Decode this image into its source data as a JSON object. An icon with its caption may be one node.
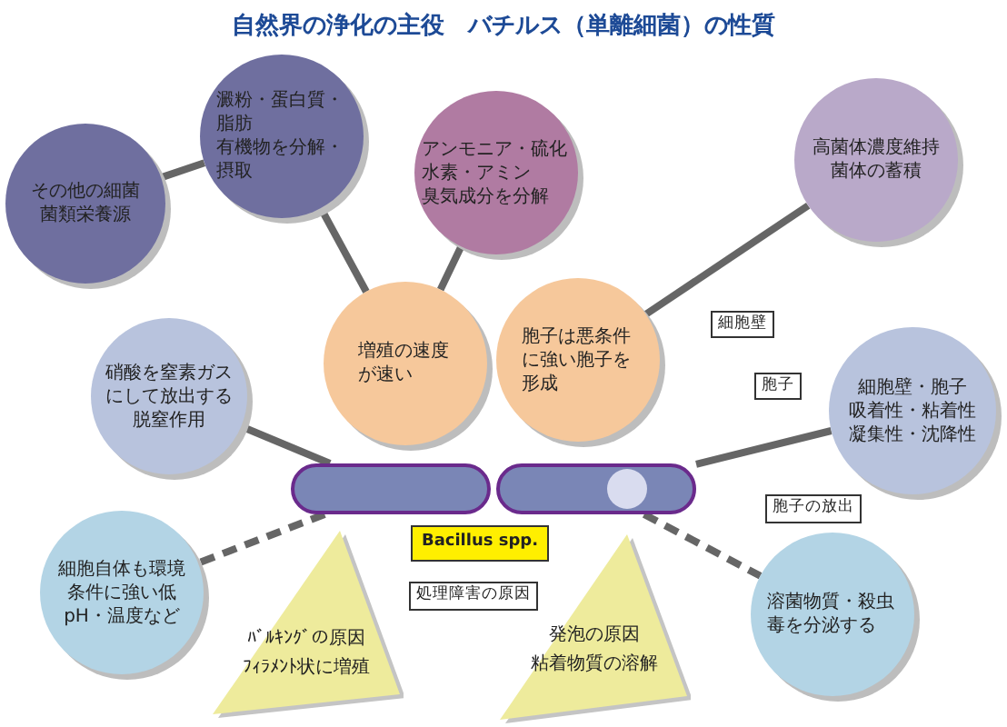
{
  "diagram": {
    "title": "自然界の浄化の主役　バチルス（単離細菌）の性質",
    "nodes": [
      {
        "text": [
          "その他の細菌菌類栄養源"
        ]
      },
      {
        "text": [
          "澱粉・蛋白質・脂肪",
          "有機物を分解・摂取"
        ]
      },
      {
        "text": [
          "アンモニア・硫化水素・アミン",
          "臭気成分を分解"
        ]
      },
      {
        "text": [
          "高菌体濃度維持",
          "菌体の蓄積"
        ]
      },
      {
        "text": [
          "硝酸を窒素ガスにして放出する脱窒作用"
        ]
      },
      {
        "text": [
          "増殖の速度が速い"
        ]
      },
      {
        "text": [
          "胞子は悪条件に強い胞子を形成"
        ]
      },
      {
        "text": [
          "細胞壁"
        ]
      },
      {
        "text": [
          "胞子"
        ]
      },
      {
        "text": [
          "細胞壁・胞子",
          "吸着性・粘着性",
          "凝集性・沈降性"
        ]
      },
      {
        "text": [],
        "shape": "bar"
      },
      {
        "text": [],
        "shape": "bar"
      },
      {
        "text": [
          "胞子の放出"
        ]
      },
      {
        "text": [
          "Bacillus spp."
        ]
      },
      {
        "text": [
          "処理障害の原因"
        ]
      },
      {
        "text": [
          "細胞自体も環境条件に強い低pH・温度など"
        ]
      },
      {
        "text": [
          "溶菌物質・殺虫毒を分泌する"
        ]
      },
      {
        "text": [
          "ﾊﾞﾙｷﾝｸﾞの原因",
          "ﾌｨﾗﾒﾝﾄ状に増殖"
        ]
      },
      {
        "text": [
          "発泡の原因",
          "粘着物質の溶解"
        ]
      }
    ],
    "edges": [
      {
        "from": 0,
        "to": 1,
        "arrow": "none"
      },
      {
        "from": 1,
        "to": 5,
        "arrow": "none"
      },
      {
        "from": 2,
        "to": 5,
        "arrow": "none"
      },
      {
        "from": 3,
        "to": 6,
        "arrow": "none"
      },
      {
        "from": 4,
        "to": 10,
        "arrow": "none"
      },
      {
        "from": 10,
        "to": 15,
        "arrow": "none",
        "style": "dashed"
      },
      {
        "from": 11,
        "to": 9,
        "arrow": "none"
      },
      {
        "from": 11,
        "to": 16,
        "arrow": "none",
        "style": "dashed"
      }
    ]
  }
}
